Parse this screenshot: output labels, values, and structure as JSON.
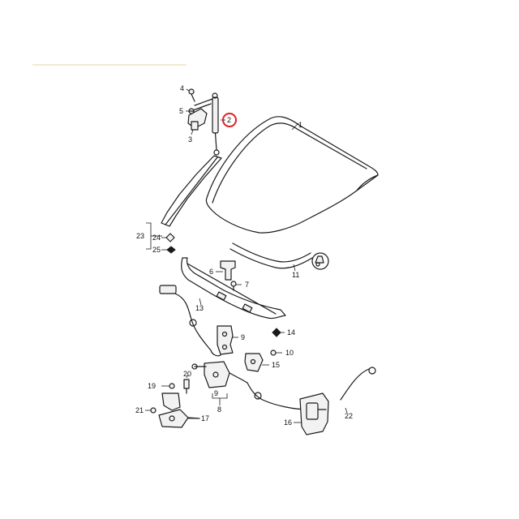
{
  "callouts": {
    "p1": "1",
    "p2": "2",
    "p3": "3",
    "p4": "4",
    "p5": "5",
    "p6": "6",
    "p7": "7",
    "p8": "8",
    "p9a": "9",
    "p9b": "9",
    "p10": "10",
    "p11": "11",
    "p13": "13",
    "p14": "14",
    "p15": "15",
    "p16": "16",
    "p17": "17",
    "p19": "19",
    "p20": "20",
    "p21": "21",
    "p22": "22",
    "p23": "23",
    "p24": "24",
    "p25": "25"
  },
  "highlight": {
    "part": "2",
    "color": "#e02020"
  }
}
